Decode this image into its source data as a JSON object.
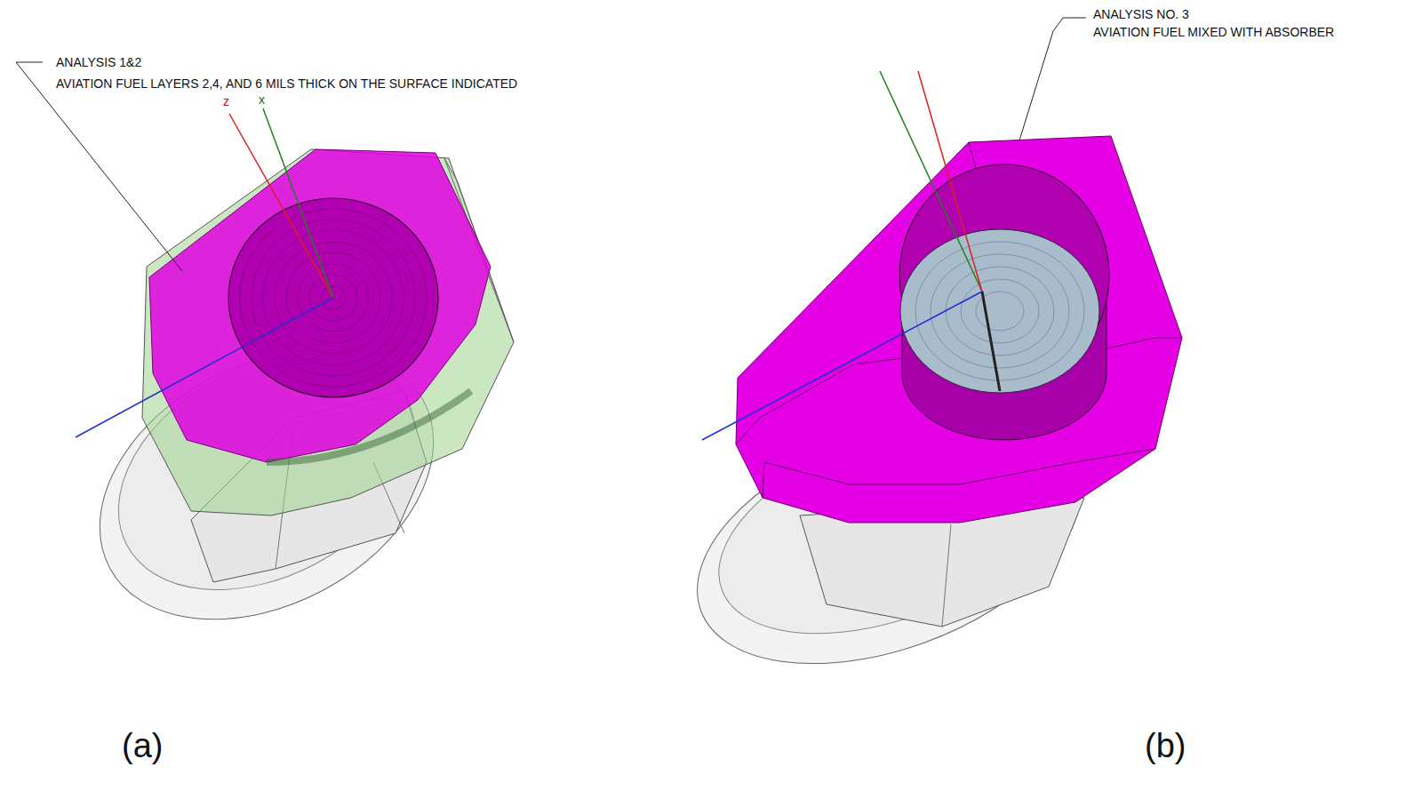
{
  "diagram": {
    "labels": [
      "ANALYSIS 1&2",
      "AVIATION FUEL LAYERS 2,4, AND 6 MILS THICK ON THE SURFACE INDICATED",
      "z",
      "x",
      "ANALYSIS NO. 3",
      "AVIATION FUEL MIXED WITH ABSORBER",
      "(a)",
      "(b)"
    ]
  }
}
